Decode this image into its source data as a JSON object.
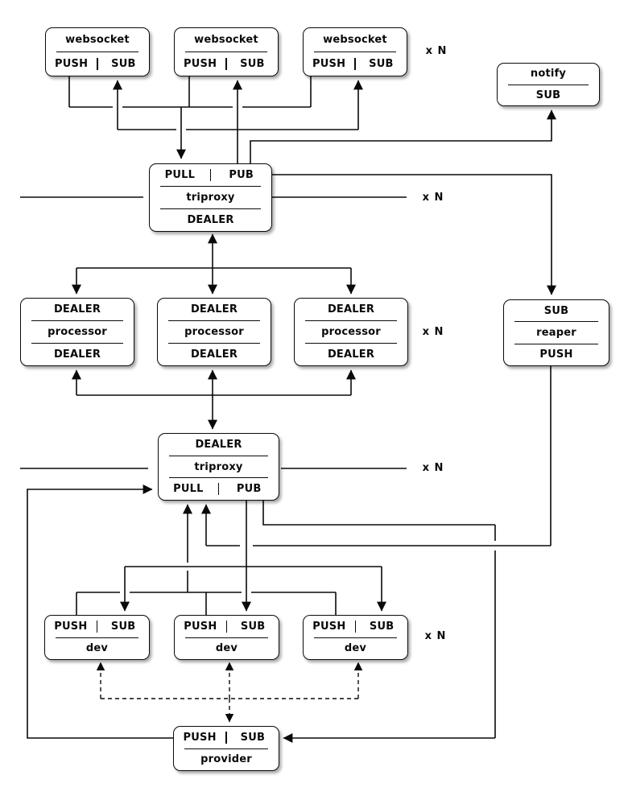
{
  "labels": {
    "replication": "x N",
    "separator": "|"
  },
  "nodes": {
    "websocket": {
      "title": "websocket",
      "push": "PUSH",
      "sub": "SUB"
    },
    "notify": {
      "title": "notify",
      "sub": "SUB"
    },
    "triproxy_top": {
      "pull": "PULL",
      "pub": "PUB",
      "title": "triproxy",
      "dealer": "DEALER"
    },
    "processor": {
      "dealer_top": "DEALER",
      "title": "processor",
      "dealer_bottom": "DEALER"
    },
    "reaper": {
      "sub": "SUB",
      "title": "reaper",
      "push": "PUSH"
    },
    "triproxy_bottom": {
      "dealer": "DEALER",
      "title": "triproxy",
      "pull": "PULL",
      "pub": "PUB"
    },
    "dev": {
      "push": "PUSH",
      "sub": "SUB",
      "title": "dev"
    },
    "provider": {
      "push": "PUSH",
      "sub": "SUB",
      "title": "provider"
    }
  }
}
